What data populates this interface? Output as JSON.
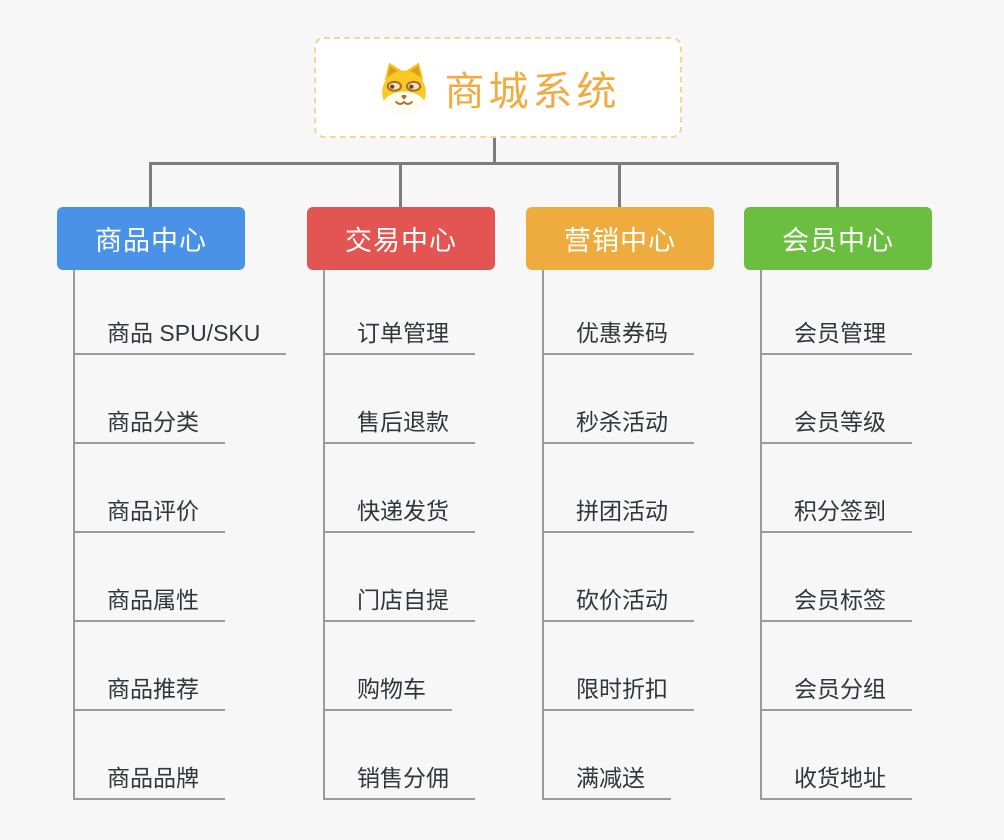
{
  "root": {
    "title": "商城系统",
    "icon": "dog-face-icon",
    "accent_color": "#f0ac43",
    "border_color": "#f6d49c"
  },
  "branches": [
    {
      "label": "商品中心",
      "color": "#4a92e8",
      "items": [
        "商品 SPU/SKU",
        "商品分类",
        "商品评价",
        "商品属性",
        "商品推荐",
        "商品品牌"
      ]
    },
    {
      "label": "交易中心",
      "color": "#e35552",
      "items": [
        "订单管理",
        "售后退款",
        "快递发货",
        "门店自提",
        "购物车",
        "销售分佣"
      ]
    },
    {
      "label": "营销中心",
      "color": "#edac3d",
      "items": [
        "优惠券码",
        "秒杀活动",
        "拼团活动",
        "砍价活动",
        "限时折扣",
        "满减送"
      ]
    },
    {
      "label": "会员中心",
      "color": "#6cbe40",
      "items": [
        "会员管理",
        "会员等级",
        "积分签到",
        "会员标签",
        "会员分组",
        "收货地址"
      ]
    }
  ],
  "colors": {
    "background": "#f7f7f7",
    "connector": "#7d7d7d",
    "underline": "#9b9b9b",
    "item_text": "#32353a"
  }
}
